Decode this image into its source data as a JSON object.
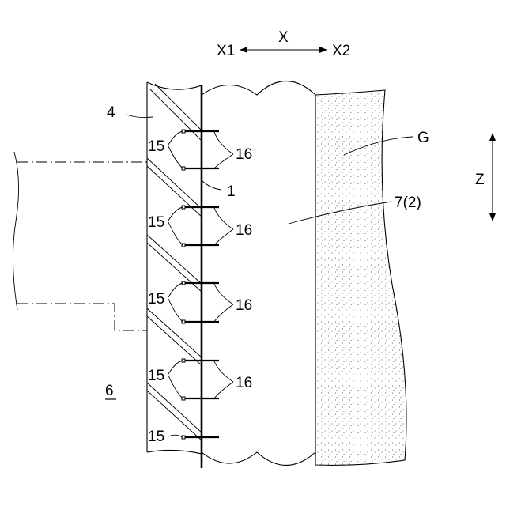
{
  "figure": {
    "axis_x": {
      "label": "X",
      "left": "X1",
      "right": "X2"
    },
    "axis_z": {
      "label": "Z"
    },
    "labels": {
      "wall_panel": "4",
      "pipe_1": "1",
      "structure_7": "7(2)",
      "ground": "G",
      "base_6": "6",
      "n15": "15",
      "n16": "16"
    }
  }
}
